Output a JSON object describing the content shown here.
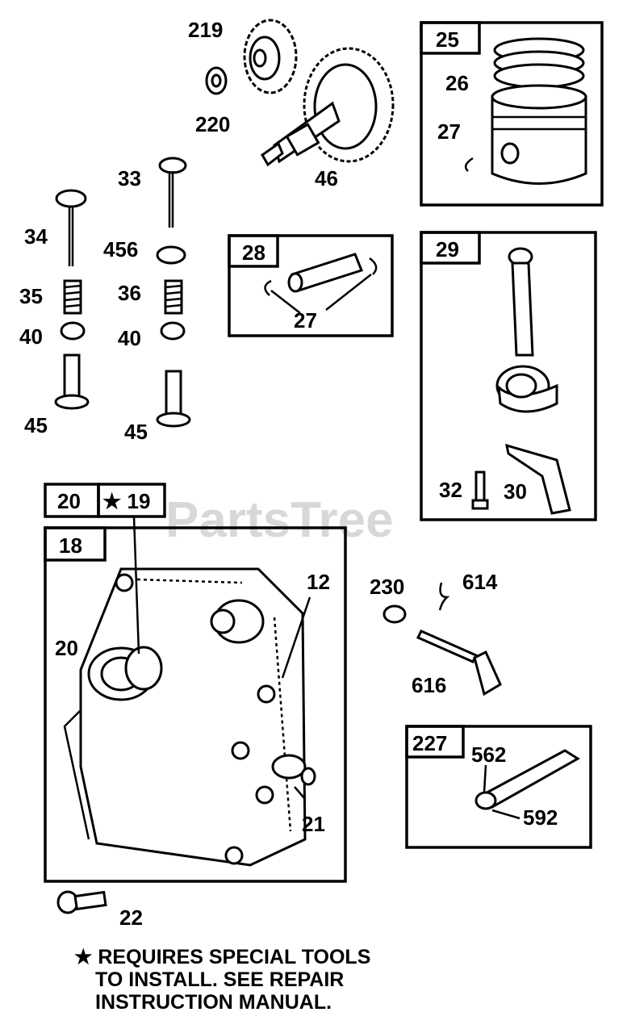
{
  "watermark": "PartsTree",
  "boxes": {
    "b25": "25",
    "b28": "28",
    "b29": "29",
    "b20": "20",
    "b19": "★ 19",
    "b18": "18",
    "b227": "227"
  },
  "labels": {
    "p219": "219",
    "p220": "220",
    "p46": "46",
    "p26": "26",
    "p27a": "27",
    "p33": "33",
    "p34": "34",
    "p456": "456",
    "p35": "35",
    "p36": "36",
    "p40a": "40",
    "p40b": "40",
    "p45a": "45",
    "p45b": "45",
    "p27b": "27",
    "p32": "32",
    "p30": "30",
    "p12": "12",
    "p20": "20",
    "p21": "21",
    "p22": "22",
    "p230": "230",
    "p614": "614",
    "p616": "616",
    "p562": "562",
    "p592": "592"
  },
  "note": {
    "line1": "★ REQUIRES SPECIAL TOOLS",
    "line2": "TO INSTALL.  SEE REPAIR",
    "line3": "INSTRUCTION MANUAL."
  }
}
